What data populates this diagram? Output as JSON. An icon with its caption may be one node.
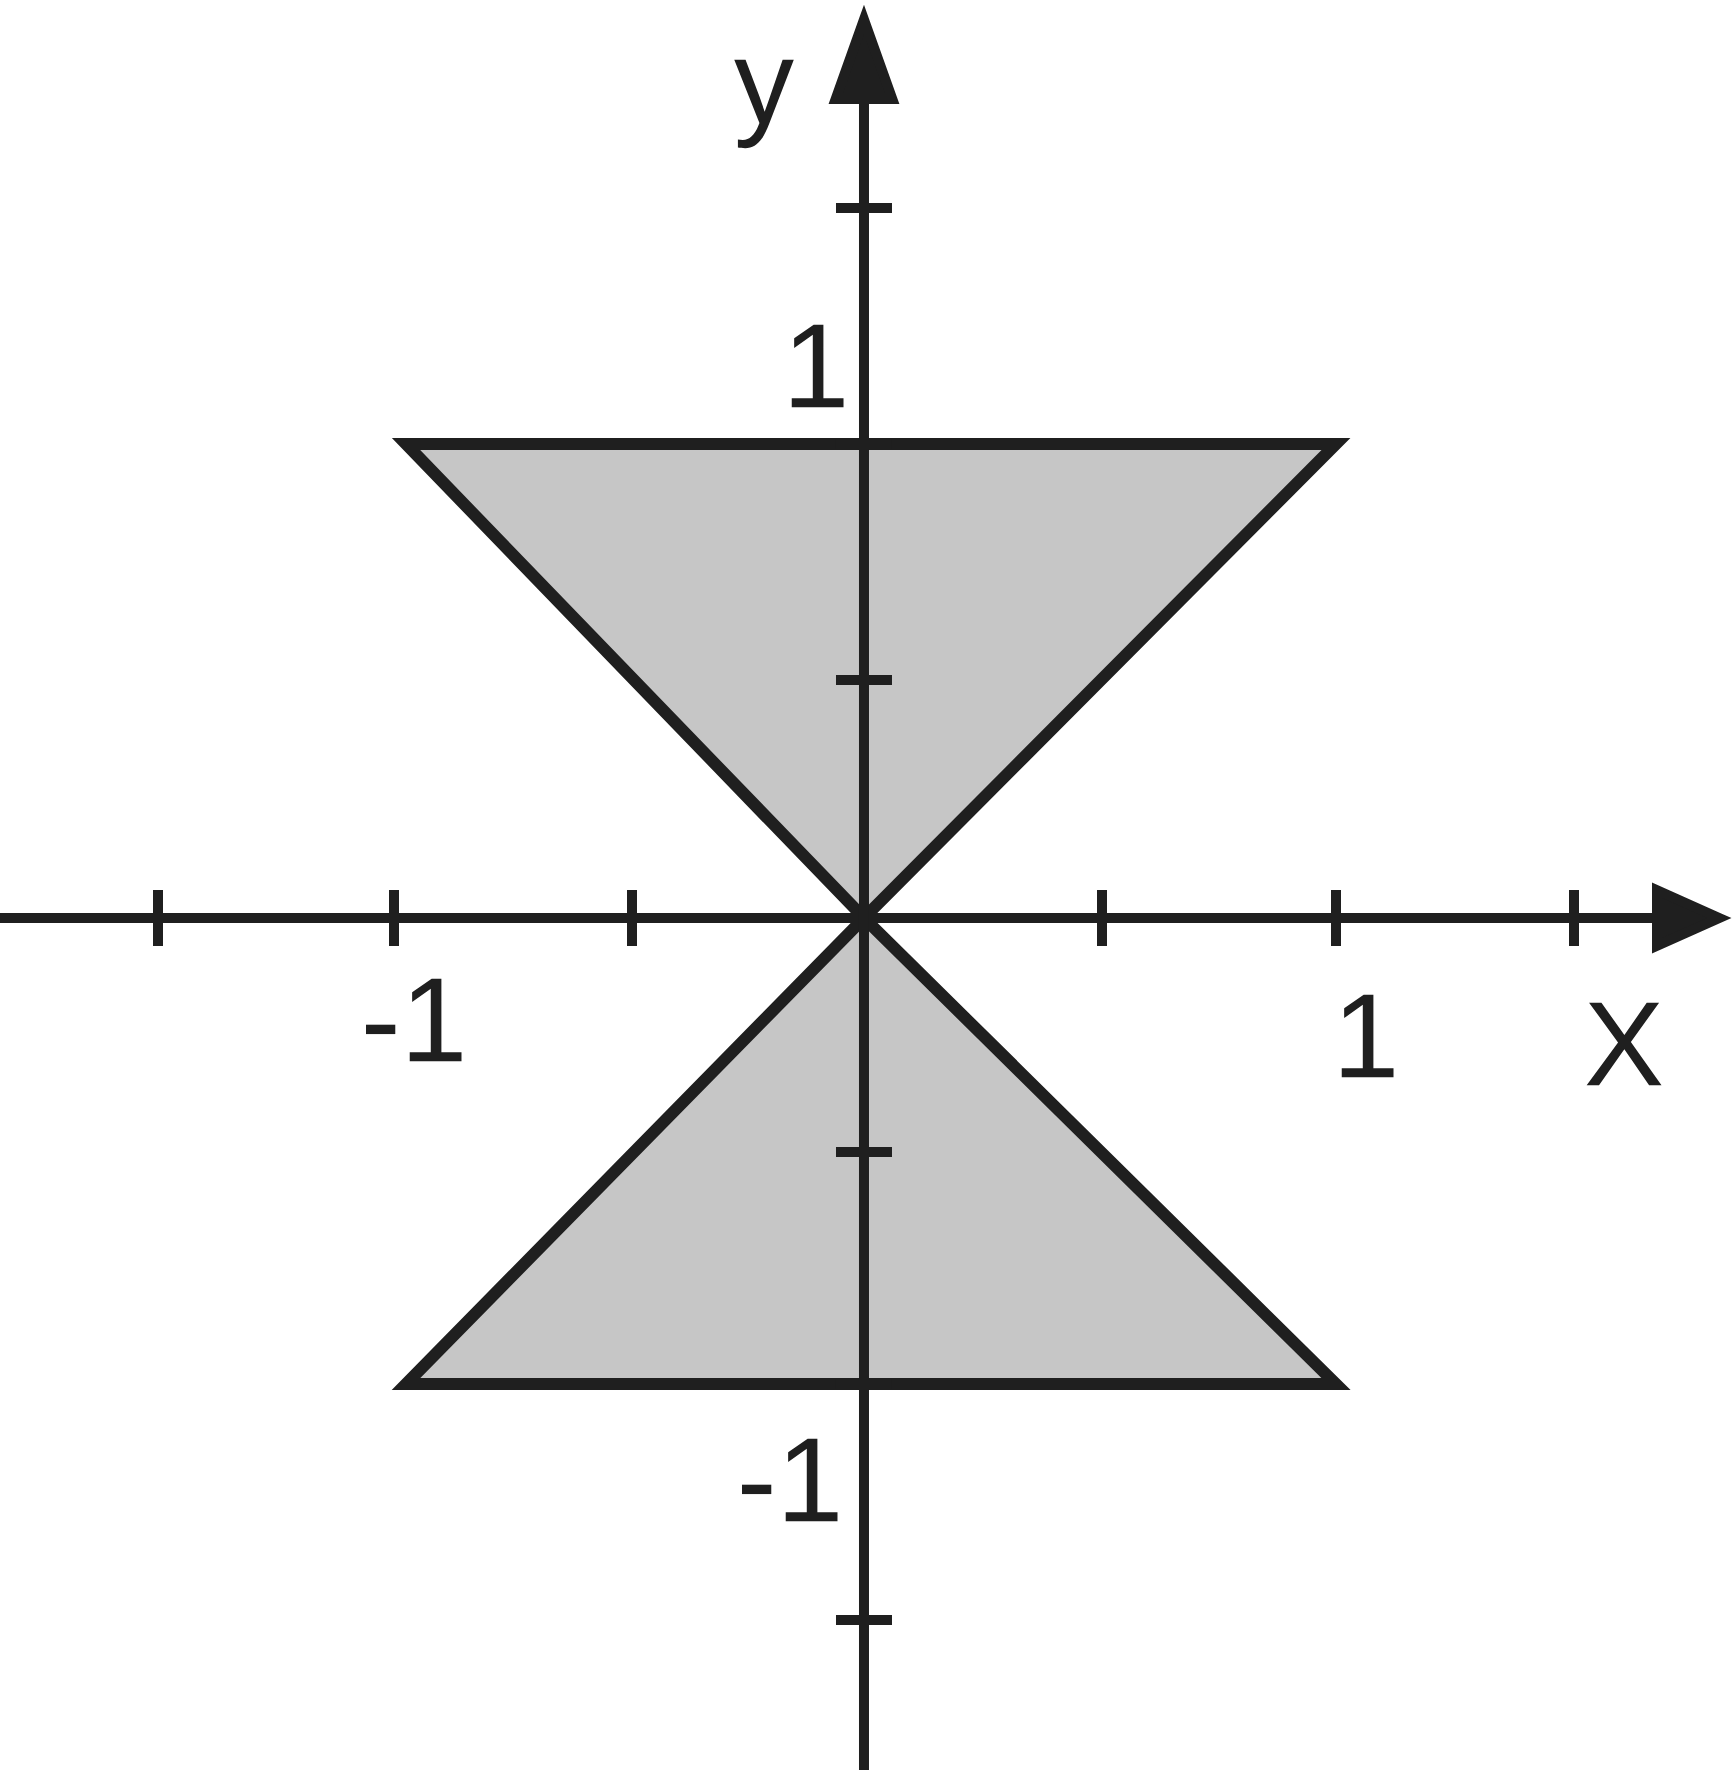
{
  "diagram": {
    "labels": [
      "y",
      "1",
      "-1",
      "1",
      "X",
      "-1"
    ]
  }
}
